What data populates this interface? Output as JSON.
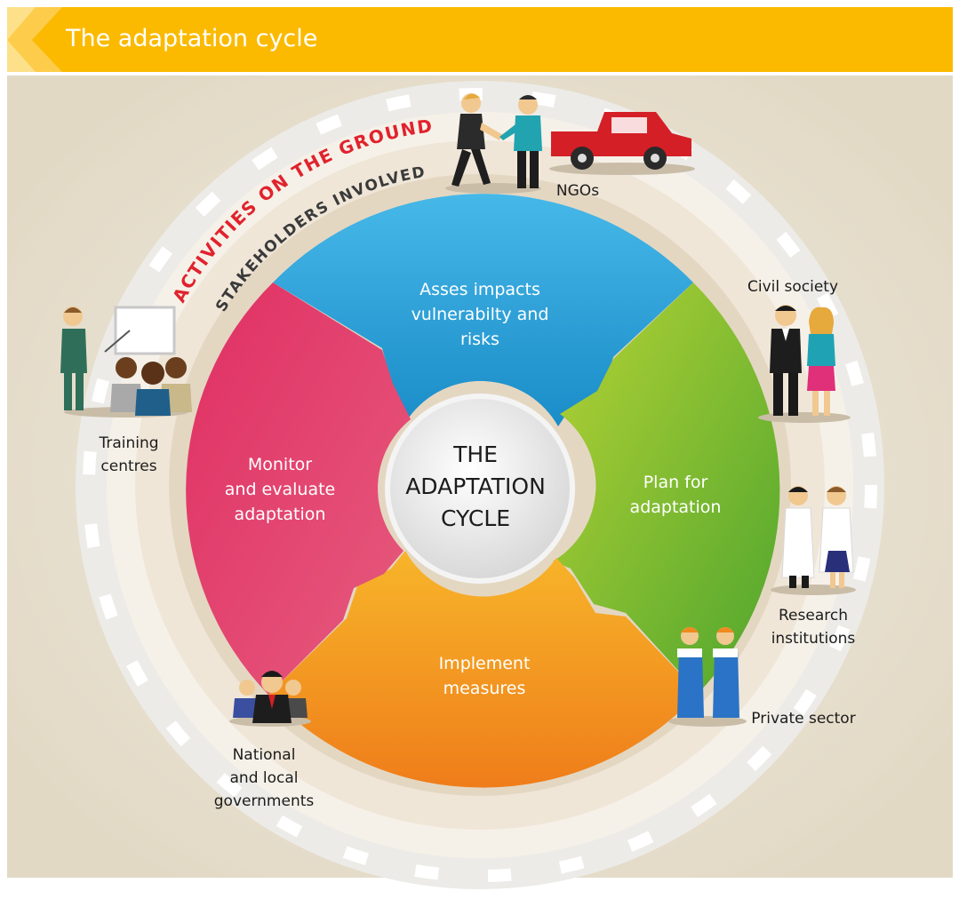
{
  "header": {
    "title": "The adaptation cycle"
  },
  "center": {
    "line1": "THE",
    "line2": "ADAPTATION",
    "line3": "CYCLE"
  },
  "ring_text": {
    "outer": "ACTIVITIES ON THE GROUND",
    "inner": "STAKEHOLDERS INVOLVED"
  },
  "stages": {
    "assess": {
      "line1": "Asses impacts",
      "line2": "vulnerabilty and",
      "line3": "risks"
    },
    "plan": {
      "line1": "Plan for",
      "line2": "adaptation"
    },
    "implement": {
      "line1": "Implement",
      "line2": "measures"
    },
    "monitor": {
      "line1": "Monitor",
      "line2": "and evaluate",
      "line3": "adaptation"
    }
  },
  "stakeholders": {
    "ngos": "NGOs",
    "civil": "Civil society",
    "research": {
      "line1": "Research",
      "line2": "institutions"
    },
    "private": "Private sector",
    "gov": {
      "line1": "National",
      "line2": "and local",
      "line3": "governments"
    },
    "training": {
      "line1": "Training",
      "line2": "centres"
    }
  },
  "colors": {
    "header": "#fbba00",
    "background": "#e8e1d0",
    "assess": "#2aa0d8",
    "plan": "#7cbd2a",
    "implement": "#f39a1e",
    "monitor": "#e23f73",
    "ring_outer_text": "#e0232d",
    "ring_inner_text": "#3a3a3a",
    "truck": "#d41f26"
  }
}
